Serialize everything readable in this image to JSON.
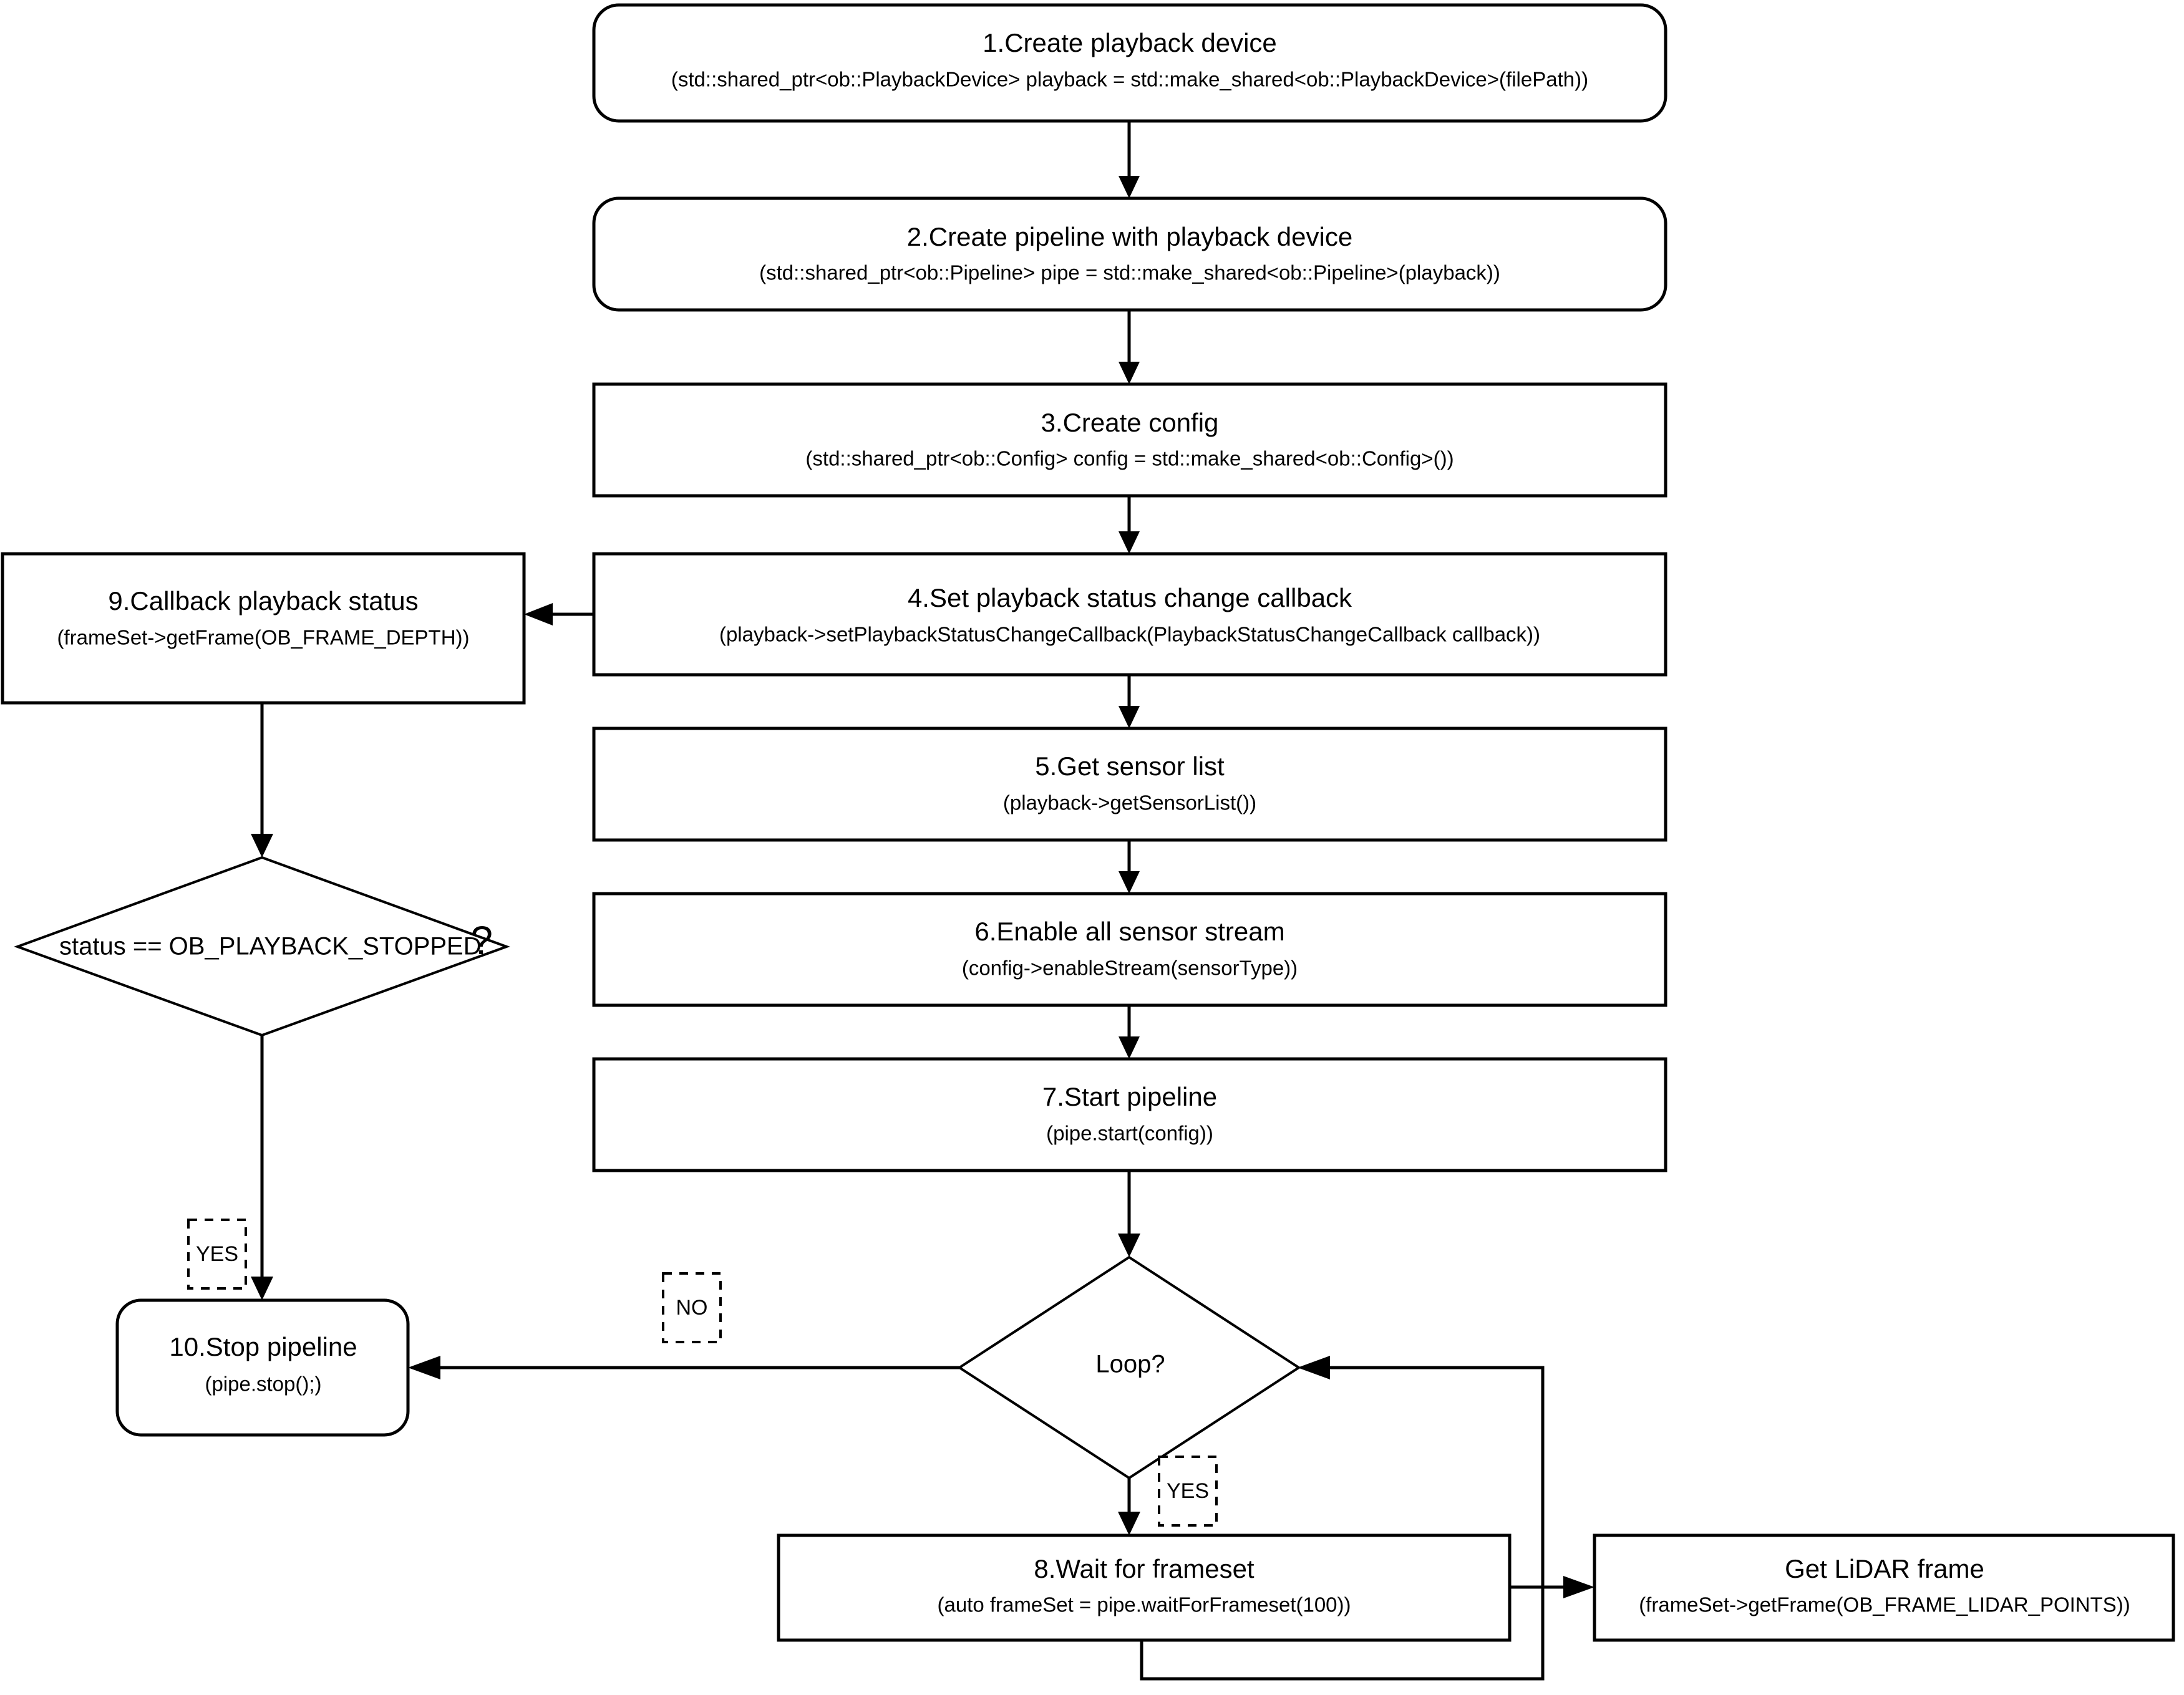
{
  "diagram": {
    "title": "Playback device pipeline flowchart",
    "colors": {
      "background": "#ffffff",
      "stroke": "#000000",
      "text": "#000000"
    },
    "nodes": {
      "n1": {
        "title": "1.Create playback device",
        "code": "(std::shared_ptr<ob::PlaybackDevice> playback = std::make_shared<ob::PlaybackDevice>(filePath))",
        "shape": "rounded-rectangle"
      },
      "n2": {
        "title": "2.Create pipeline with playback device",
        "code": "(std::shared_ptr<ob::Pipeline> pipe = std::make_shared<ob::Pipeline>(playback))",
        "shape": "rounded-rectangle"
      },
      "n3": {
        "title": "3.Create config",
        "code": "(std::shared_ptr<ob::Config> config = std::make_shared<ob::Config>())",
        "shape": "rectangle"
      },
      "n4": {
        "title": "4.Set playback status change callback",
        "code": "(playback->setPlaybackStatusChangeCallback(PlaybackStatusChangeCallback callback))",
        "shape": "rectangle"
      },
      "n5": {
        "title": "5.Get sensor list",
        "code": "(playback->getSensorList())",
        "shape": "rectangle"
      },
      "n6": {
        "title": "6.Enable all sensor stream",
        "code": "(config->enableStream(sensorType))",
        "shape": "rectangle"
      },
      "n7": {
        "title": "7.Start pipeline",
        "code": "(pipe.start(config))",
        "shape": "rectangle"
      },
      "n8": {
        "title": "8.Wait for frameset",
        "code": "(auto frameSet = pipe.waitForFrameset(100))",
        "shape": "rectangle"
      },
      "n9": {
        "title": "9.Callback playback status",
        "code": "(frameSet->getFrame(OB_FRAME_DEPTH))",
        "shape": "rectangle"
      },
      "n10": {
        "title": "10.Stop pipeline",
        "code": "(pipe.stop();)",
        "shape": "rounded-rectangle"
      },
      "n_lidar": {
        "title": "Get LiDAR frame",
        "code": "(frameSet->getFrame(OB_FRAME_LIDAR_POINTS))",
        "shape": "rectangle"
      }
    },
    "decisions": {
      "d_status": {
        "text": "status == OB_PLAYBACK_STOPPED",
        "suffix": "?",
        "shape": "diamond"
      },
      "d_loop": {
        "text": "Loop?",
        "shape": "diamond"
      }
    },
    "branch_labels": {
      "status_yes": "YES",
      "loop_no": "NO",
      "loop_yes": "YES"
    }
  }
}
